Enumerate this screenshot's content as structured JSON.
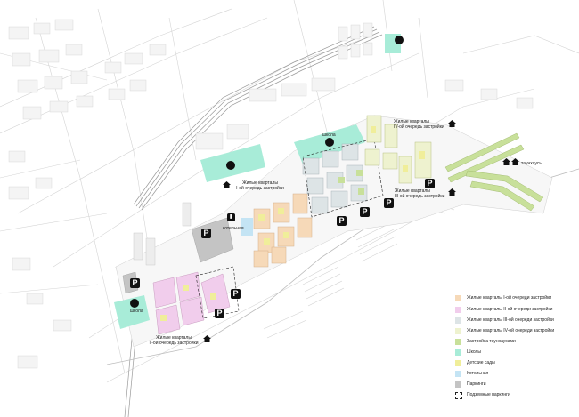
{
  "labels": {
    "q1": "Жилые кварталы\nI-ой очередь застройки",
    "q2": "Жилые кварталы\nII-ой очередь застройки",
    "q3": "Жилые кварталы\nIII-ой очередь застройки",
    "q4": "Жилые кварталы\nIV-ой очередь застройки",
    "townhouses": "таунхаусы",
    "boiler": "котельная",
    "school_top": "школа",
    "school_left": "школа"
  },
  "parking_symbol": "P",
  "legend": [
    {
      "label": "Жилые кварталы I-ой очереди застройки",
      "color": "#f6d9b8",
      "style": "fill"
    },
    {
      "label": "Жилые кварталы II-ой очереди застройки",
      "color": "#f1cdec",
      "style": "fill"
    },
    {
      "label": "Жилые кварталы III-ой очереди застройки",
      "color": "#dde4e6",
      "style": "fill"
    },
    {
      "label": "Жилые кварталы IV-ой очереди застройки",
      "color": "#eef2cf",
      "style": "fill"
    },
    {
      "label": "Застройка таунхаусами",
      "color": "#c8e09a",
      "style": "fill"
    },
    {
      "label": "Школы",
      "color": "#a8ecd8",
      "style": "fill"
    },
    {
      "label": "Детские сады",
      "color": "#f0ee9a",
      "style": "fill"
    },
    {
      "label": "Котельная",
      "color": "#c4e4f4",
      "style": "fill"
    },
    {
      "label": "Паркинги",
      "color": "#c4c4c4",
      "style": "fill"
    },
    {
      "label": "Подземные паркинги",
      "color": "#222222",
      "style": "dashed"
    }
  ],
  "colors": {
    "phase1": "#f6d9b8",
    "phase2": "#f1cdec",
    "phase3": "#dde4e6",
    "phase4": "#eef2cf",
    "townhouses": "#c8e09a",
    "schools": "#a8ecd8",
    "kindergartens": "#f0ee9a",
    "boiler": "#c4e4f4",
    "parking": "#c4c4c4",
    "context_lines": "#cfcfcf"
  }
}
